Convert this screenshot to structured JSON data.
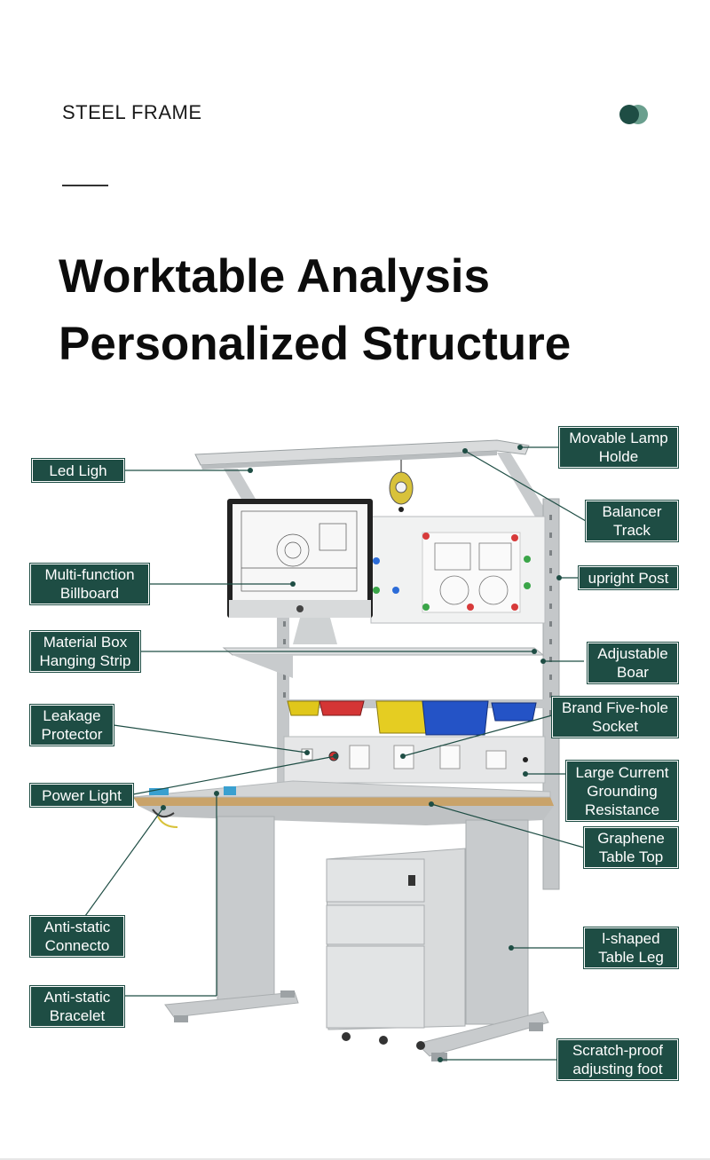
{
  "brand": "STEEL FRAME",
  "headline": {
    "line1": "Worktable Analysis",
    "line2": "Personalized Structure"
  },
  "colors": {
    "tag_bg": "#1e4d44",
    "dot_dark": "#1e4d44",
    "dot_light": "#6a9f8e",
    "steel": "#c9cbcc",
    "tabletop": "#d2d4d4",
    "edge_wood": "#c9a36a"
  },
  "labels": {
    "led_light": "Led Ligh",
    "movable_lamp_holder": "Movable Lamp\nHolde",
    "balancer_track": "Balancer\nTrack",
    "multi_function_billboard": "Multi-function\nBillboard",
    "upright_post": "upright Post",
    "material_box_strip": "Material Box\nHanging Strip",
    "adjustable_board": "Adjustable\nBoar",
    "leakage_protector": "Leakage\nProtector",
    "five_hole_socket": "Brand Five-hole\nSocket",
    "power_light": "Power Light",
    "grounding_resistance": "Large Current\nGrounding\nResistance",
    "graphene_table_top": "Graphene\nTable Top",
    "anti_static_connector": "Anti-static\nConnecto",
    "l_shaped_leg": "l-shaped\nTable Leg",
    "anti_static_bracelet": "Anti-static\nBracelet",
    "adjusting_foot": "Scratch-proof\nadjusting foot"
  }
}
